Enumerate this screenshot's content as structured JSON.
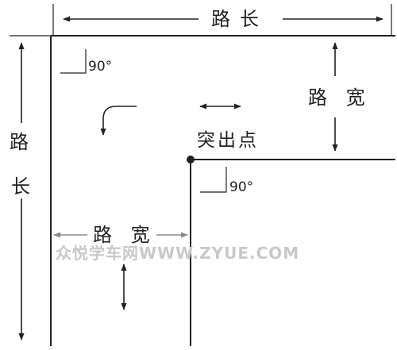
{
  "labels": {
    "top_road_length": "路长",
    "left_road_length_top": "路",
    "left_road_length_bottom": "长",
    "right_road_width": "路 宽",
    "bottom_road_width": "路 宽",
    "protruding_point": "突出点",
    "angle_top_left": "90°",
    "angle_corner": "90°",
    "watermark": "众悦学车网WWW.ZYUE.COM"
  },
  "colors": {
    "line": "#222222",
    "dim_gray": "#8a8a8a",
    "watermark": "#c9c9c9",
    "background": "#ffffff"
  }
}
